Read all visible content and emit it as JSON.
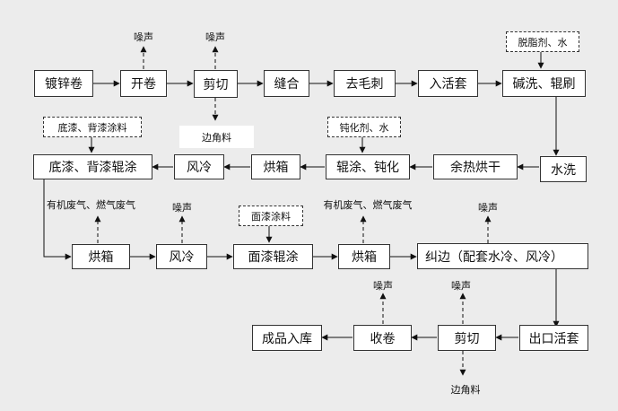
{
  "nodes": {
    "coil": "镀锌卷",
    "uncoil": "开卷",
    "cut1": "剪切",
    "stitch": "缝合",
    "deburr": "去毛刺",
    "entry_loop": "入活套",
    "alkali": "碱洗、辊刷",
    "water_wash": "水洗",
    "waste_heat_dry": "余热烘干",
    "roll_passivate": "辊涂、钝化",
    "oven1": "烘箱",
    "air_cool1": "风冷",
    "primer_back": "底漆、背漆辊涂",
    "oven2": "烘箱",
    "air_cool2": "风冷",
    "topcoat": "面漆辊涂",
    "oven3": "烘箱",
    "edge": "纠边（配套水冷、风冷）",
    "exit_loop": "出口活套",
    "cut2": "剪切",
    "rewind": "收卷",
    "storage": "成品入库"
  },
  "inputs": {
    "degreaser": "脱脂剂、水",
    "passivator": "钝化剂、水",
    "primer_material": "底漆、背漆涂料",
    "topcoat_material": "面漆涂料"
  },
  "outputs": {
    "noise_uncoil": "噪声",
    "noise_cut1": "噪声",
    "scrap_cut1": "边角料",
    "noise_air_cool2": "噪声",
    "waste_gas_oven2": "有机废气、燃气废气",
    "waste_gas_oven3": "有机废气、燃气废气",
    "noise_edge": "噪声",
    "noise_rewind": "噪声",
    "noise_cut2": "噪声",
    "scrap_cut2": "边角料"
  }
}
